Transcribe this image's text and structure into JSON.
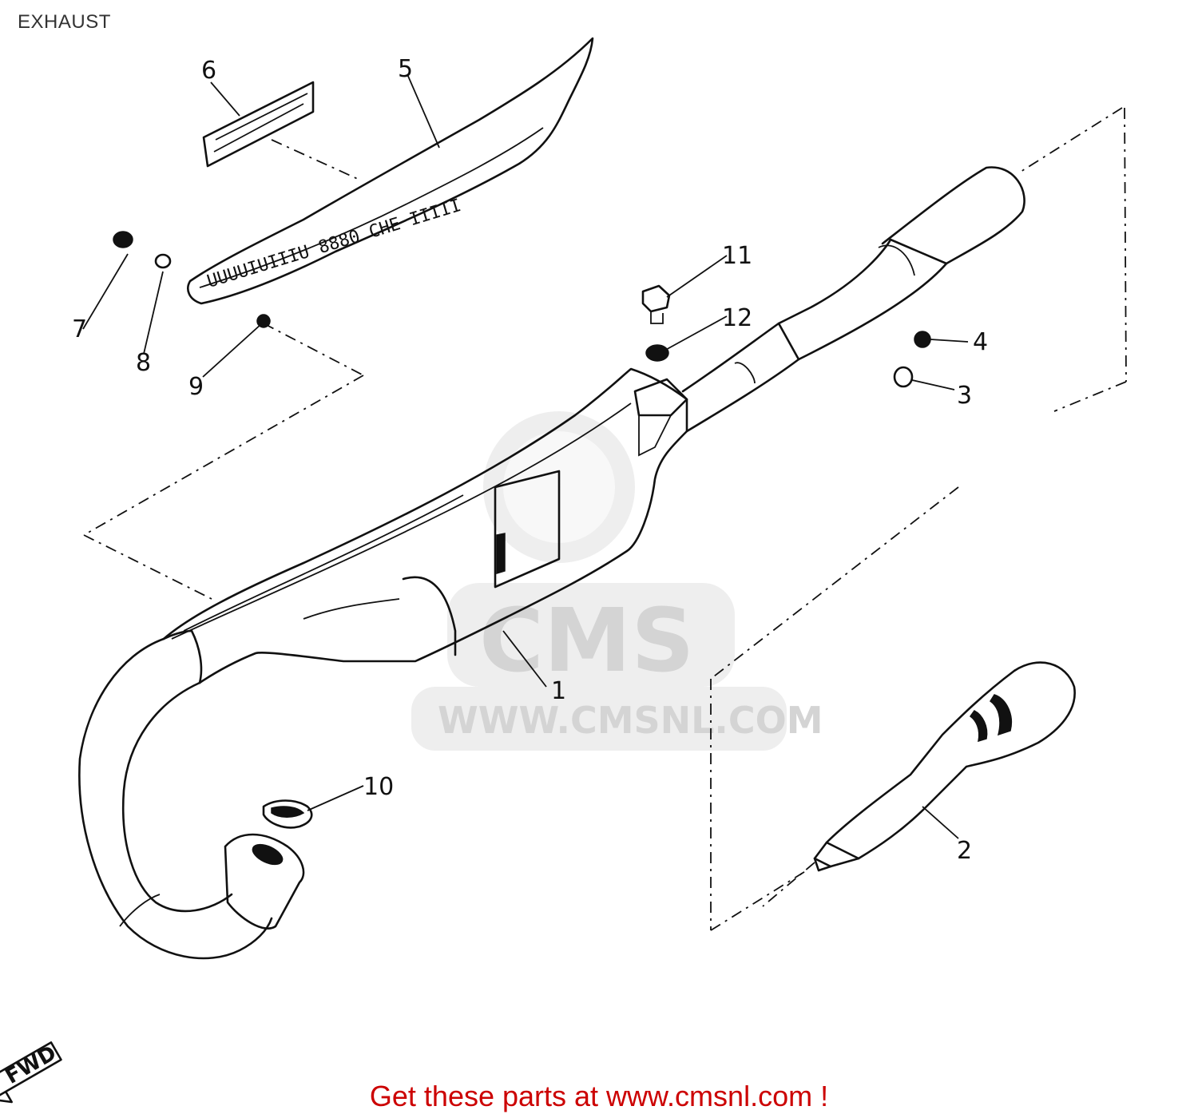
{
  "page": {
    "title": "EXHAUST",
    "footer": "Get these parts at www.cmsnl.com !"
  },
  "watermark": {
    "logo_text": "CMS",
    "url_text": "WWW.CMSNL.COM"
  },
  "direction_marker": {
    "label": "FWD",
    "icon": "arrow-icon"
  },
  "callouts": [
    {
      "id": "1",
      "label": "1",
      "part": "exhaust-chamber"
    },
    {
      "id": "2",
      "label": "2",
      "part": "silencer-insert"
    },
    {
      "id": "3",
      "label": "3",
      "part": "washer"
    },
    {
      "id": "4",
      "label": "4",
      "part": "nut"
    },
    {
      "id": "5",
      "label": "5",
      "part": "heat-protector"
    },
    {
      "id": "6",
      "label": "6",
      "part": "emblem"
    },
    {
      "id": "7",
      "label": "7",
      "part": "screw"
    },
    {
      "id": "8",
      "label": "8",
      "part": "washer"
    },
    {
      "id": "9",
      "label": "9",
      "part": "nut"
    },
    {
      "id": "10",
      "label": "10",
      "part": "gasket"
    },
    {
      "id": "11",
      "label": "11",
      "part": "bolt"
    },
    {
      "id": "12",
      "label": "12",
      "part": "damper"
    }
  ],
  "colors": {
    "line": "#111111",
    "footer": "#cc0000",
    "watermark": "#d9d9d9"
  }
}
